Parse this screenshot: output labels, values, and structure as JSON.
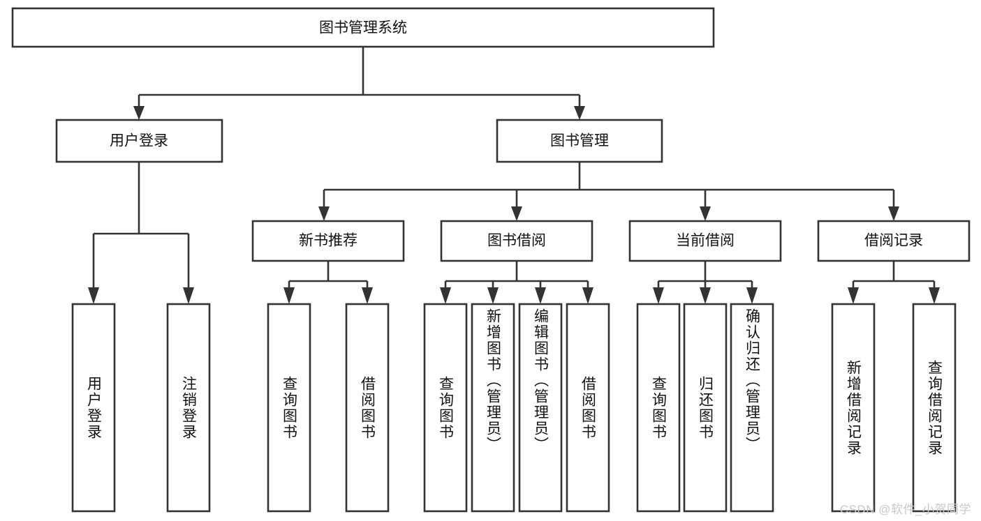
{
  "diagram": {
    "title": "图书管理系统",
    "type": "tree-hierarchy",
    "watermark": "CSDN @软件_小贺同学",
    "colors": {
      "box_fill": "#ffffff",
      "stroke": "#333333",
      "text": "#111111",
      "background": "#ffffff",
      "watermark": "#c9c9c9"
    },
    "root": {
      "label": "图书管理系统",
      "orientation": "horizontal"
    },
    "level2": [
      {
        "label": "用户登录",
        "orientation": "horizontal"
      },
      {
        "label": "图书管理",
        "orientation": "horizontal"
      }
    ],
    "level3": [
      {
        "label": "新书推荐",
        "orientation": "horizontal",
        "parent": "图书管理"
      },
      {
        "label": "图书借阅",
        "orientation": "horizontal",
        "parent": "图书管理"
      },
      {
        "label": "当前借阅",
        "orientation": "horizontal",
        "parent": "图书管理"
      },
      {
        "label": "借阅记录",
        "orientation": "horizontal",
        "parent": "图书管理"
      }
    ],
    "leaves": [
      {
        "label": "用户登录",
        "orientation": "vertical",
        "parent": "用户登录"
      },
      {
        "label": "注销登录",
        "orientation": "vertical",
        "parent": "用户登录"
      },
      {
        "label": "查询图书",
        "orientation": "vertical",
        "parent": "新书推荐"
      },
      {
        "label": "借阅图书",
        "orientation": "vertical",
        "parent": "新书推荐"
      },
      {
        "label": "查询图书",
        "orientation": "vertical",
        "parent": "图书借阅"
      },
      {
        "label": "新增图书（管理员）",
        "orientation": "vertical",
        "parent": "图书借阅"
      },
      {
        "label": "编辑图书（管理员）",
        "orientation": "vertical",
        "parent": "图书借阅"
      },
      {
        "label": "借阅图书",
        "orientation": "vertical",
        "parent": "图书借阅"
      },
      {
        "label": "查询图书",
        "orientation": "vertical",
        "parent": "当前借阅"
      },
      {
        "label": "归还图书",
        "orientation": "vertical",
        "parent": "当前借阅"
      },
      {
        "label": "确认归还（管理员）",
        "orientation": "vertical",
        "parent": "当前借阅"
      },
      {
        "label": "新增借阅记录",
        "orientation": "vertical",
        "parent": "借阅记录"
      },
      {
        "label": "查询借阅记录",
        "orientation": "vertical",
        "parent": "借阅记录"
      }
    ]
  }
}
